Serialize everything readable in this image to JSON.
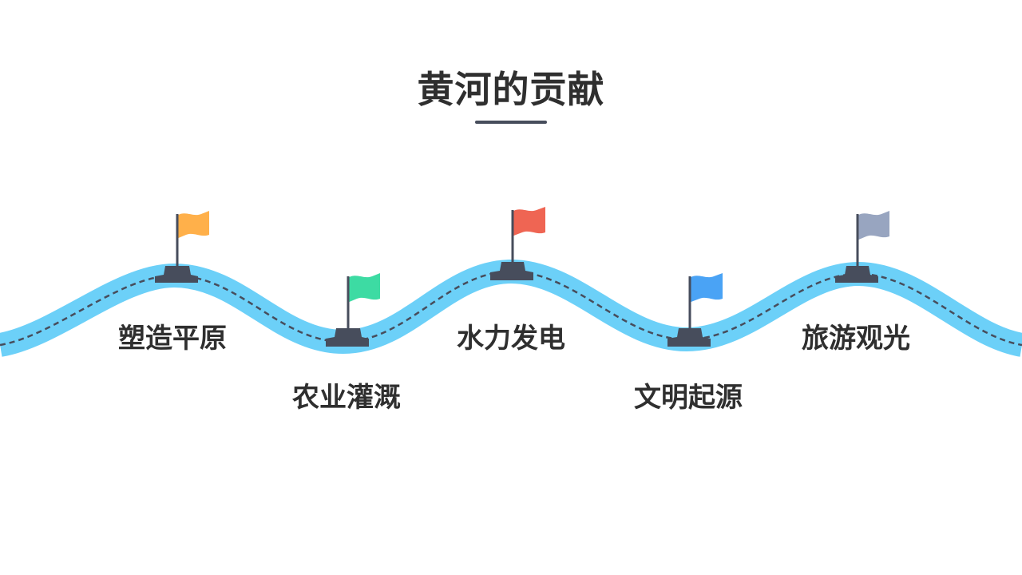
{
  "title": "黄河的贡献",
  "colors": {
    "river": "#6cd0f8",
    "path": "#474d5c",
    "text": "#2f2f2f"
  },
  "milestones": [
    {
      "label": "塑造平原",
      "flag_color": "#ffb04a"
    },
    {
      "label": "农业灌溉",
      "flag_color": "#3ddba3"
    },
    {
      "label": "水力发电",
      "flag_color": "#ef6553"
    },
    {
      "label": "文明起源",
      "flag_color": "#4aa3f5"
    },
    {
      "label": "旅游观光",
      "flag_color": "#98a5c0"
    }
  ]
}
